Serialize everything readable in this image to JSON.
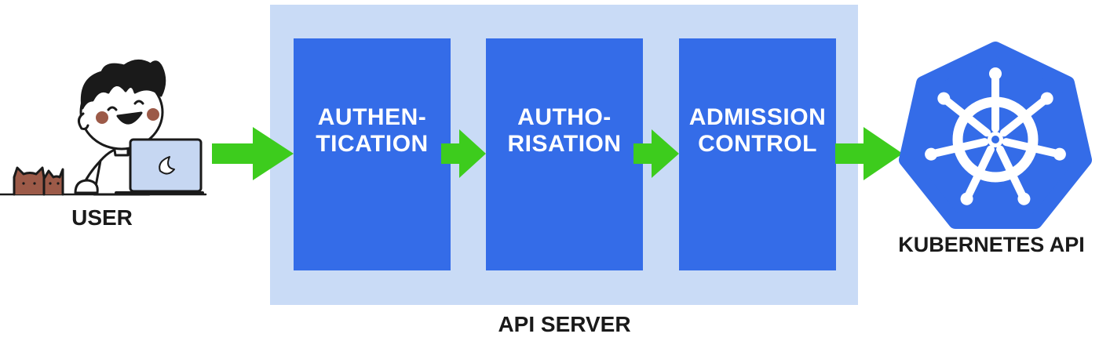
{
  "user": {
    "label": "USER"
  },
  "server": {
    "label": "API SERVER"
  },
  "stages": [
    {
      "label": "AUTHEN-\nTICATION"
    },
    {
      "label": "AUTHO-\nRISATION"
    },
    {
      "label": "ADMISSION\nCONTROL"
    }
  ],
  "target": {
    "label": "KUBERNETES API"
  },
  "colors": {
    "server_bg": "#c9dbf6",
    "stage_fill": "#346ce8",
    "arrow": "#3dcc1d",
    "k8s_blue": "#346ce8"
  }
}
